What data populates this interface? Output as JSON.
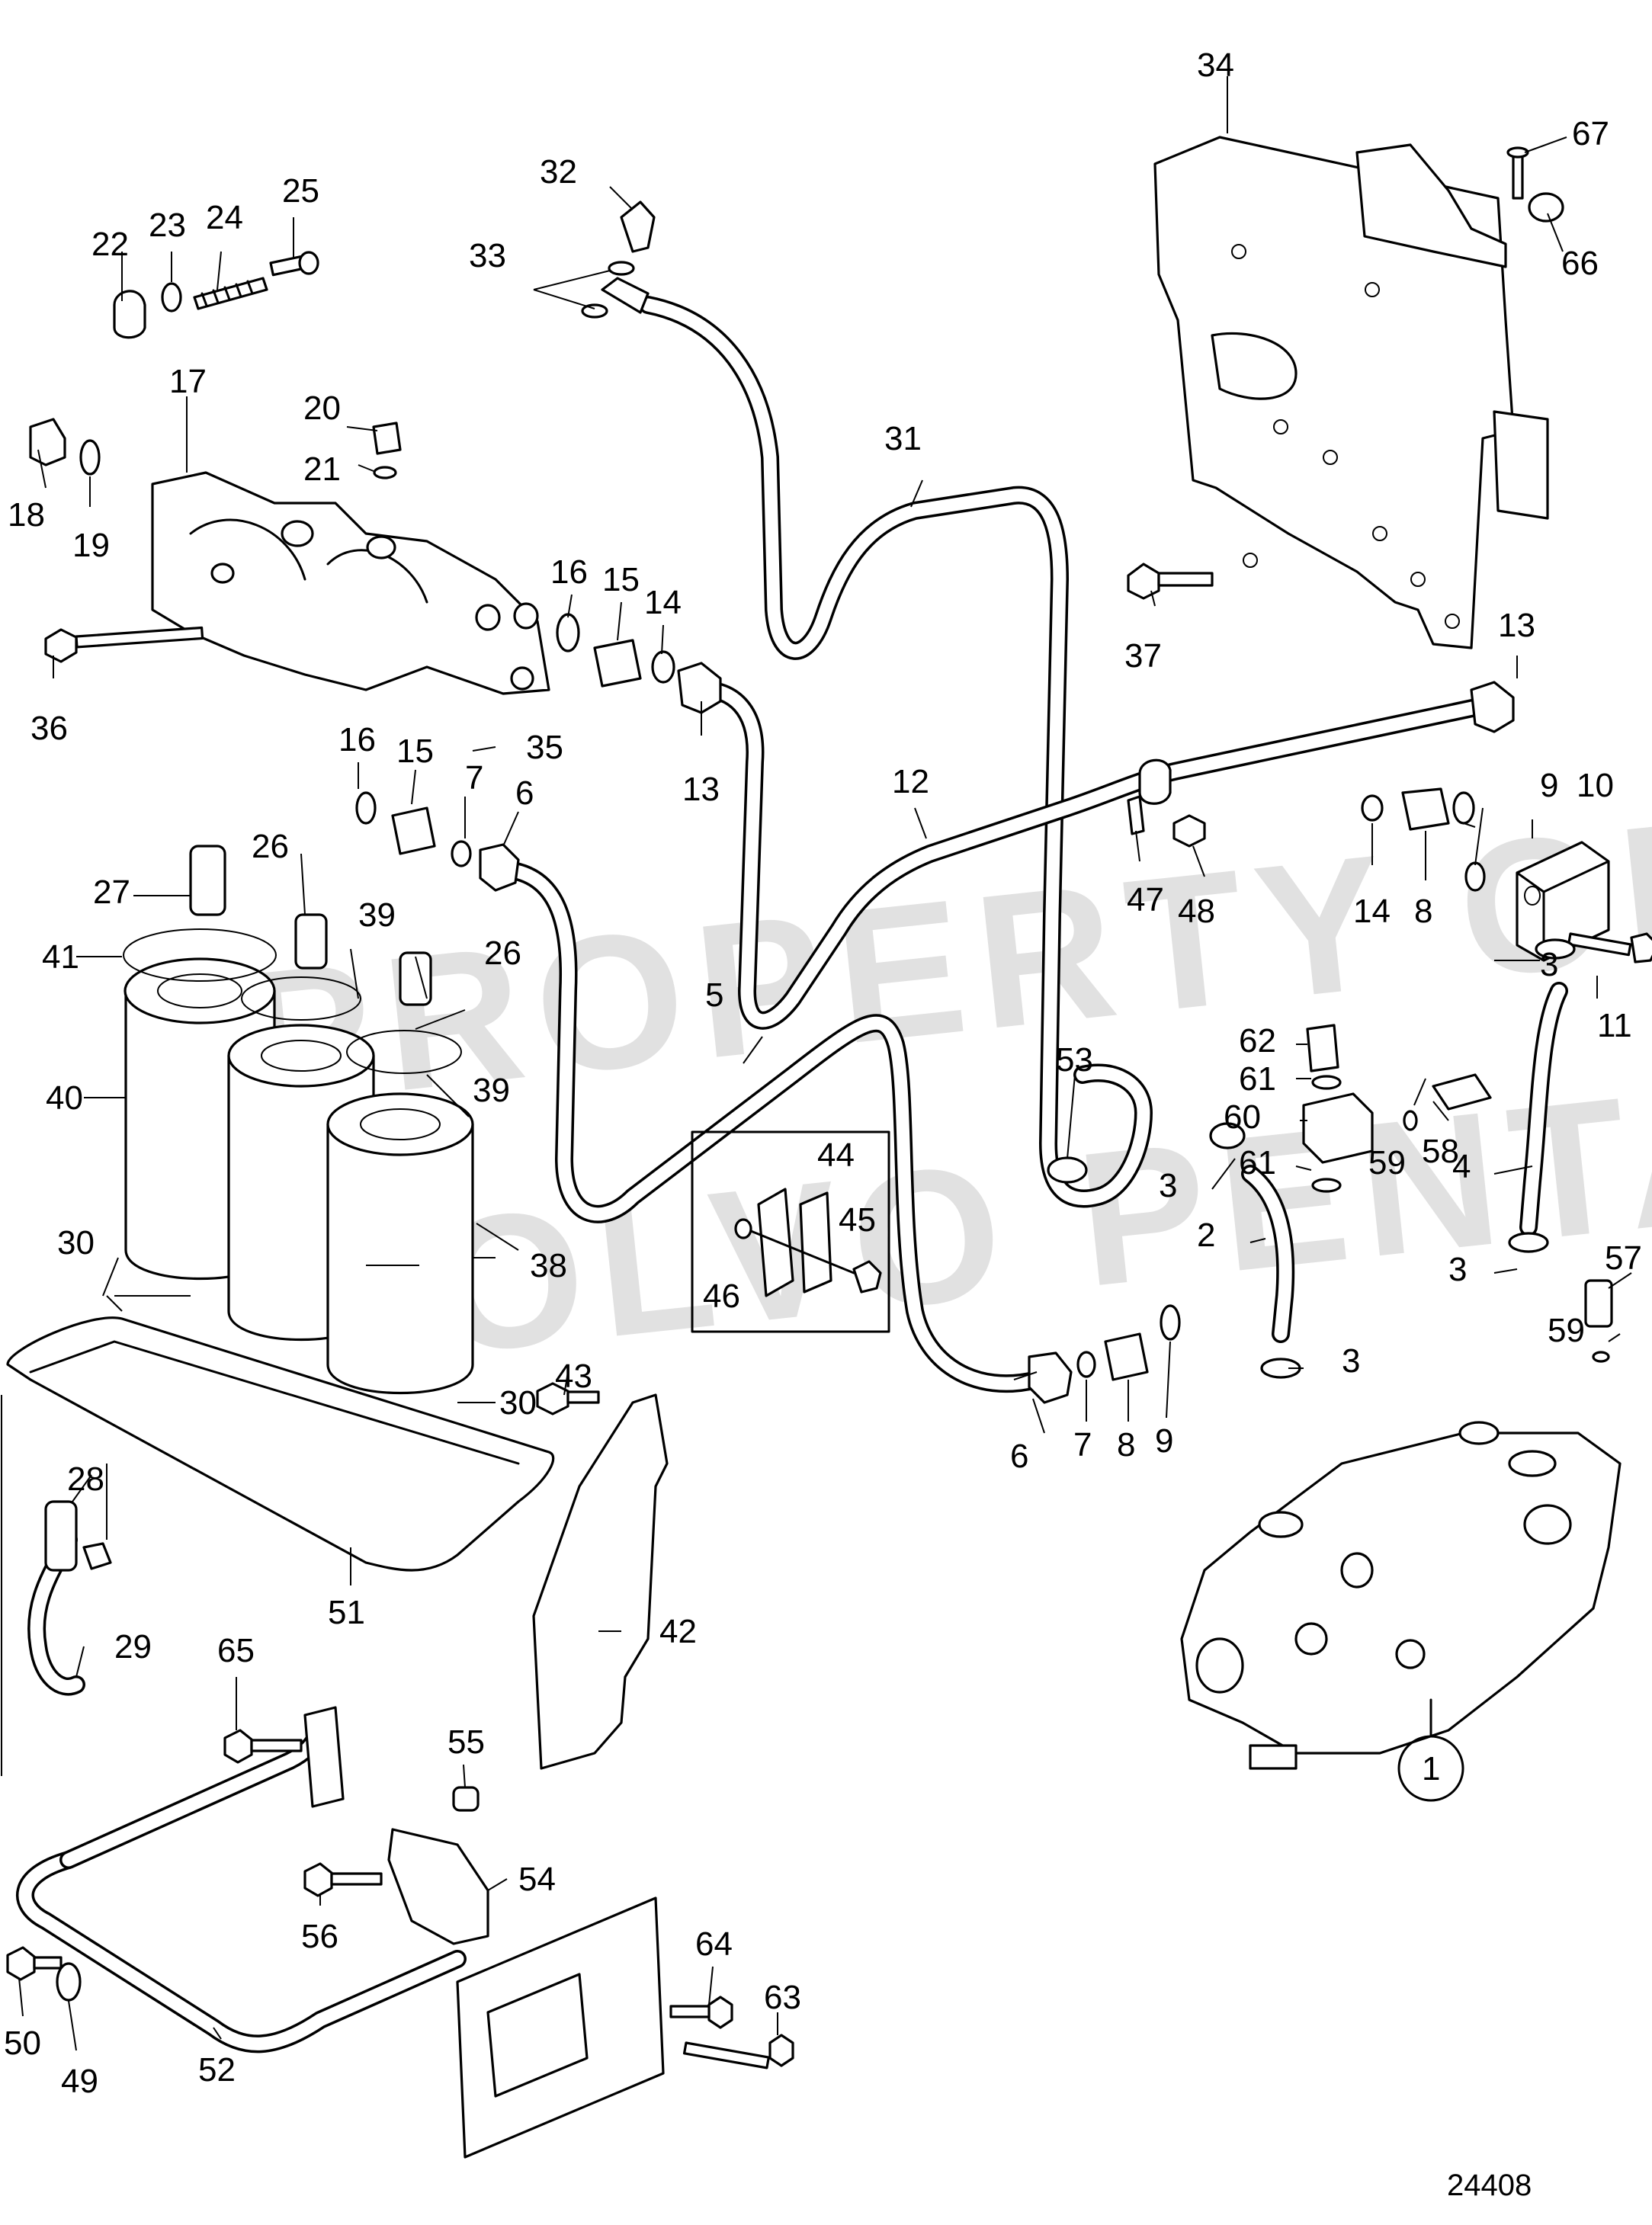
{
  "drawing_number": "24408",
  "watermark": {
    "line1": "PROPERTY OF",
    "line2": "VOLVO PENTA"
  },
  "callouts": [
    "1",
    "2",
    "3",
    "4",
    "5",
    "6",
    "7",
    "8",
    "9",
    "10",
    "11",
    "12",
    "13",
    "14",
    "15",
    "16",
    "17",
    "18",
    "19",
    "20",
    "21",
    "22",
    "23",
    "24",
    "25",
    "26",
    "27",
    "28",
    "29",
    "30",
    "31",
    "32",
    "33",
    "34",
    "35",
    "36",
    "37",
    "38",
    "39",
    "40",
    "41",
    "42",
    "43",
    "44",
    "45",
    "46",
    "47",
    "48",
    "49",
    "50",
    "51",
    "52",
    "53",
    "54",
    "55",
    "56",
    "57",
    "58",
    "59",
    "60",
    "61",
    "62",
    "63",
    "64",
    "65",
    "66",
    "67"
  ]
}
